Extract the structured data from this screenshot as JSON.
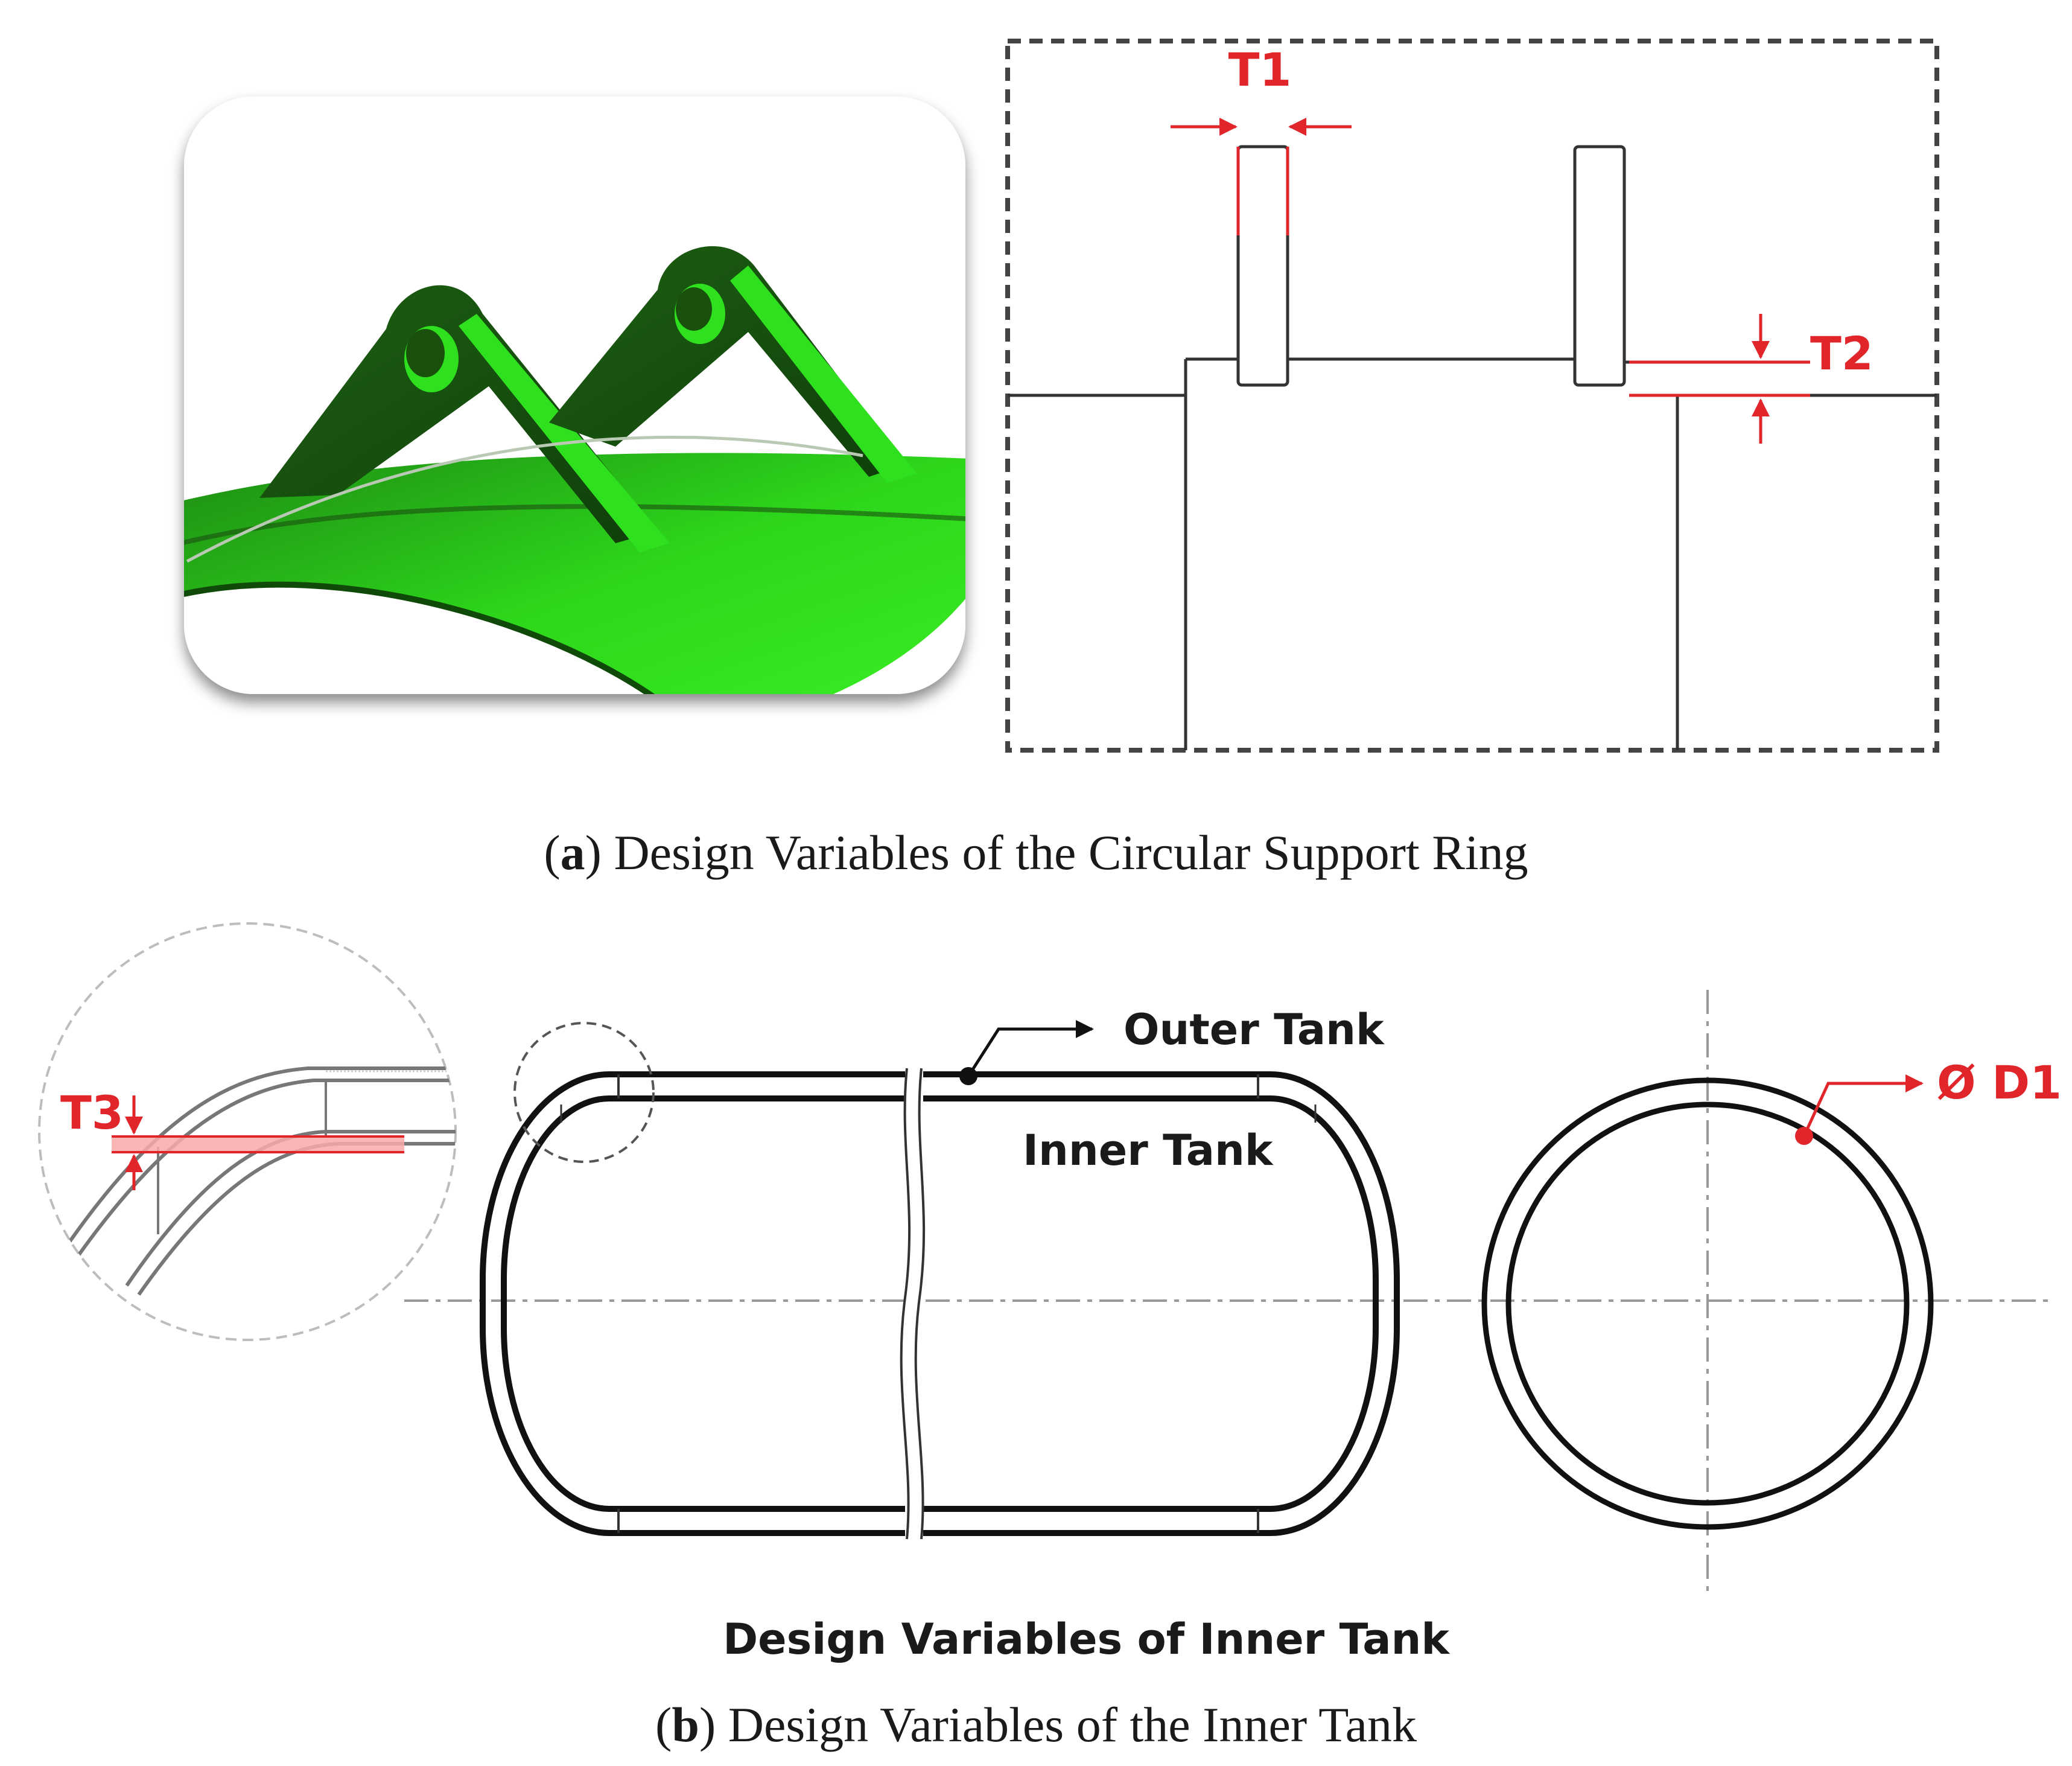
{
  "panel_a": {
    "labels": {
      "t1": "T1",
      "t2": "T2"
    },
    "caption_letter": "a",
    "caption_text": " Design Variables of the Circular Support Ring"
  },
  "panel_b": {
    "labels": {
      "t3": "T3",
      "outer_tank": "Outer Tank",
      "inner_tank": "Inner Tank",
      "d1": "Ø D1"
    },
    "subtitle": "Design Variables of Inner Tank",
    "caption_letter": "b",
    "caption_text": " Design Variables of the Inner Tank"
  },
  "colors": {
    "accent_red": "#e0262b",
    "green_dark": "#1f6b14",
    "green_light": "#2ee01c",
    "line": "#333333"
  }
}
